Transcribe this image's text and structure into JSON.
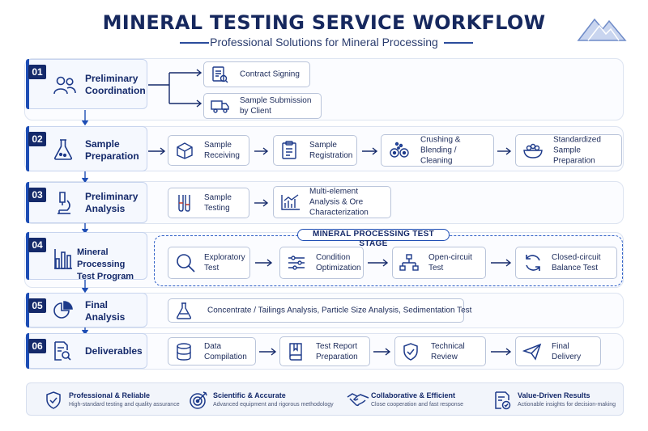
{
  "header": {
    "title": "MINERAL TESTING SERVICE WORKFLOW",
    "subtitle": "Professional Solutions for Mineral Processing"
  },
  "stages": [
    {
      "number": "01",
      "label": "Preliminary Coordination",
      "icon": "people-icon",
      "steps": [
        {
          "label": "Contract Signing",
          "icon": "contract-icon"
        },
        {
          "label": "Sample Submission by Client",
          "icon": "truck-icon"
        }
      ]
    },
    {
      "number": "02",
      "label": "Sample Preparation",
      "icon": "flask-icon",
      "steps": [
        {
          "label": "Sample Receiving",
          "icon": "box-icon"
        },
        {
          "label": "Sample Registration",
          "icon": "clipboard-icon"
        },
        {
          "label": "Crushing & Blending / Cleaning",
          "icon": "crusher-icon"
        },
        {
          "label": "Standardized Sample Preparation",
          "icon": "bowl-icon"
        }
      ]
    },
    {
      "number": "03",
      "label": "Preliminary Analysis",
      "icon": "microscope-icon",
      "steps": [
        {
          "label": "Sample Testing",
          "icon": "test-tubes-icon"
        },
        {
          "label": "Multi-element Analysis & Ore Characterization",
          "icon": "chart-icon"
        }
      ]
    },
    {
      "number": "04",
      "label": "Mineral Processing Test Program",
      "icon": "bar-chart-icon",
      "stage_tag": "MINERAL PROCESSING TEST STAGE",
      "steps": [
        {
          "label": "Exploratory Test",
          "icon": "magnifier-icon"
        },
        {
          "label": "Condition Optimization",
          "icon": "sliders-icon"
        },
        {
          "label": "Open-circuit Test",
          "icon": "flowchart-icon"
        },
        {
          "label": "Closed-circuit Balance Test",
          "icon": "cycle-icon"
        }
      ]
    },
    {
      "number": "05",
      "label": "Final Analysis",
      "icon": "pie-chart-icon",
      "steps": [
        {
          "label": "Concentrate  / Tailings Analysis, Particle Size Analysis, Sedimentation Test",
          "icon": "flask-icon"
        }
      ]
    },
    {
      "number": "06",
      "label": "Deliverables",
      "icon": "document-search-icon",
      "steps": [
        {
          "label": "Data Compilation",
          "icon": "database-icon"
        },
        {
          "label": "Test Report Preparation",
          "icon": "book-icon"
        },
        {
          "label": "Technical Review",
          "icon": "shield-check-icon"
        },
        {
          "label": "Final Delivery",
          "icon": "paper-plane-icon"
        }
      ]
    }
  ],
  "footer": [
    {
      "title": "Professional & Reliable",
      "desc": "High-standard testing and quality assurance",
      "icon": "shield-check-icon"
    },
    {
      "title": "Scientific & Accurate",
      "desc": "Advanced equipment and rigorous methodology",
      "icon": "target-icon"
    },
    {
      "title": "Collaborative & Efficient",
      "desc": "Close cooperation and fast response",
      "icon": "handshake-icon"
    },
    {
      "title": "Value-Driven Results",
      "desc": "Actionable insights for decision-making",
      "icon": "report-check-icon"
    }
  ],
  "colors": {
    "navy": "#14296a",
    "accent": "#1d4db4",
    "border": "#b9c4da"
  }
}
